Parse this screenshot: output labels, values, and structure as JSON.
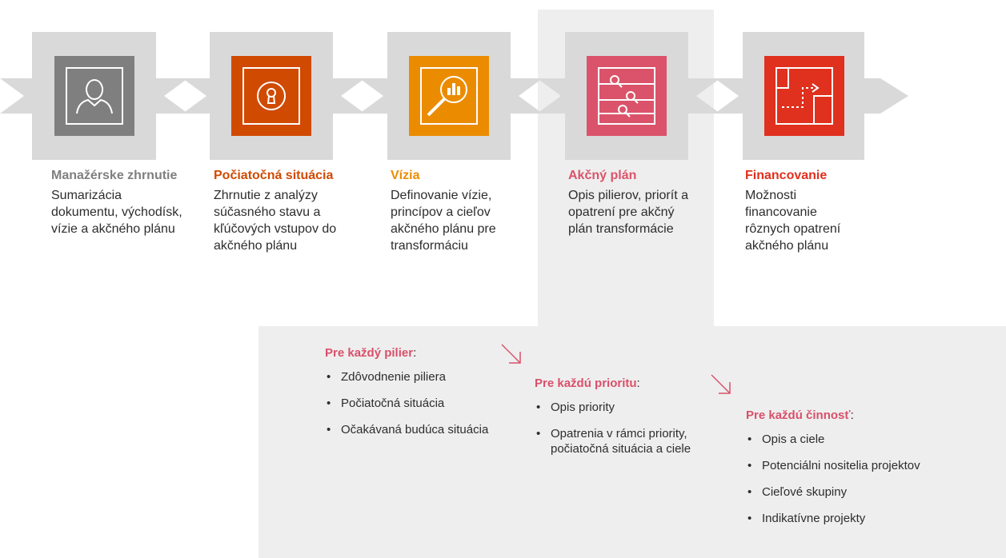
{
  "colors": {
    "chevron": "#d9d9d9",
    "panel": "#eeeeee",
    "gray": "#7f7f7f",
    "orange_dark": "#d04a02",
    "orange": "#eb8c00",
    "pink": "#db536a",
    "red": "#e0301e",
    "detail_accent": "#d9506a"
  },
  "stages": [
    {
      "icon": "person-icon",
      "title": "Manažérske zhrnutie",
      "description": "Sumarizácia dokumentu, východísk, vízie a akčného plánu"
    },
    {
      "icon": "keyhole-icon",
      "title": "Počiatočná situácia",
      "description": "Zhrnutie z analýzy súčasného stavu a kľúčových vstupov do akčného plánu"
    },
    {
      "icon": "magnifier-chart-icon",
      "title": "Vízia",
      "description": "Definovanie vízie, princípov a cieľov akčného plánu pre transformáciu"
    },
    {
      "icon": "sliders-search-icon",
      "title": "Akčný plán",
      "description": "Opis pilierov, priorít a opatrení pre akčný plán transformácie"
    },
    {
      "icon": "path-map-icon",
      "title": "Financovanie",
      "description": "Možnosti financovanie rôznych opatrení akčného plánu"
    }
  ],
  "details": [
    {
      "title": "Pre každý pilier",
      "colon": ":",
      "items": [
        "Zdôvodnenie piliera",
        "Počiatočná situácia",
        "Očakávaná budúca situácia"
      ]
    },
    {
      "title": "Pre každú prioritu",
      "colon": ":",
      "items": [
        "Opis priority",
        "Opatrenia v rámci priority, počiatočná situácia a ciele"
      ]
    },
    {
      "title": "Pre každú činnosť",
      "colon": ":",
      "items": [
        "Opis a ciele",
        "Potenciálni nositelia projektov",
        "Cieľové skupiny",
        "Indikatívne projekty"
      ]
    }
  ],
  "bullet": "•"
}
